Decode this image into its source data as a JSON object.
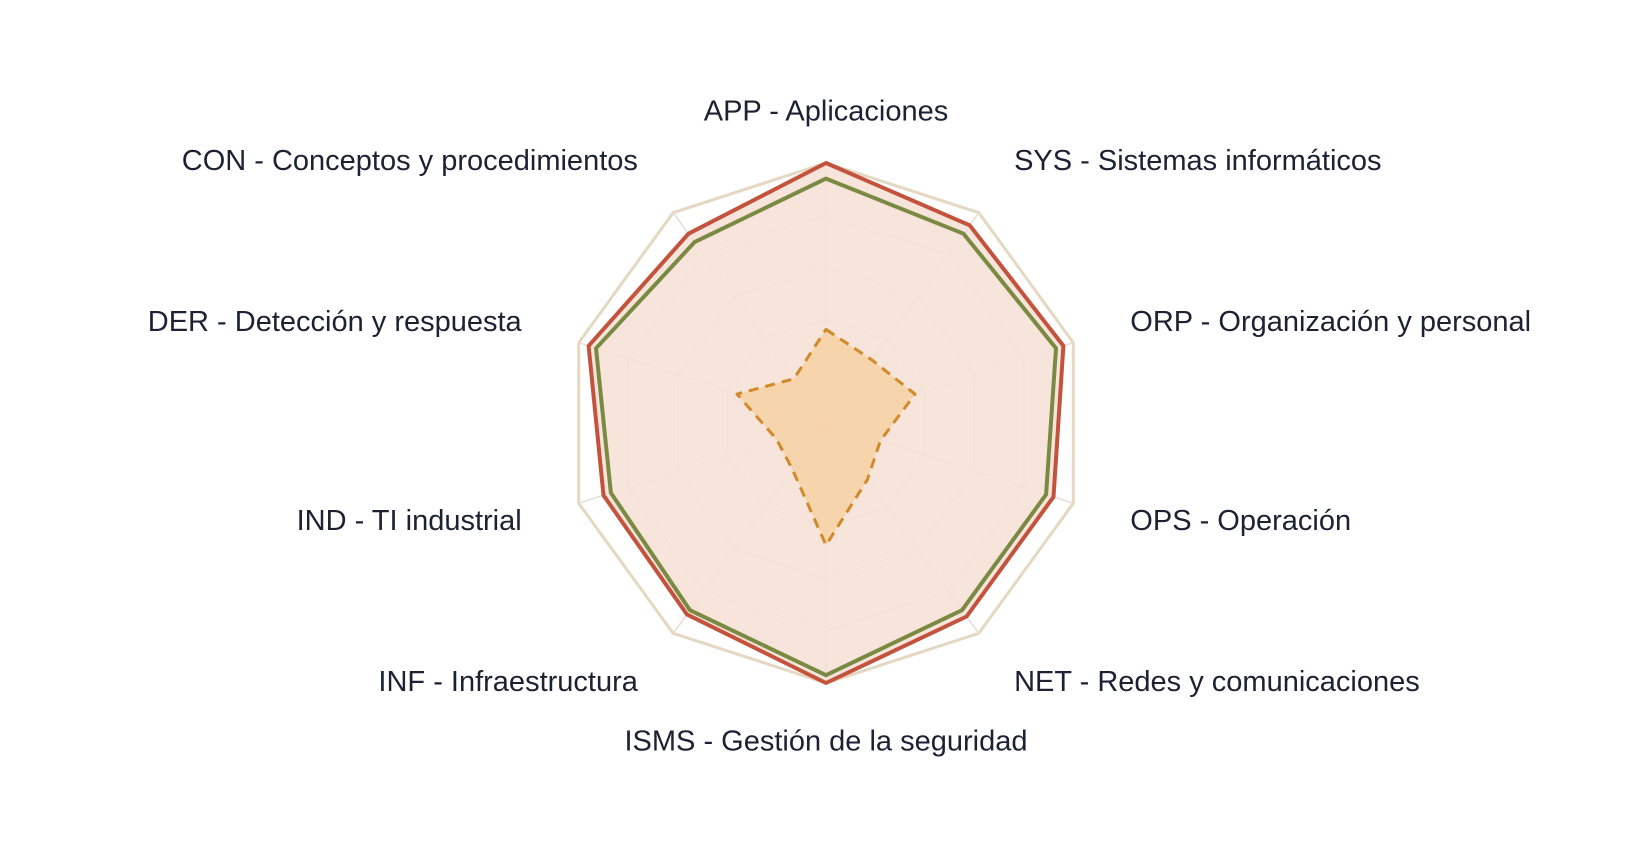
{
  "chart_data": {
    "type": "radar",
    "axes": [
      "APP - Aplicaciones",
      "SYS - Sistemas informáticos",
      "ORP - Organización y personal",
      "OPS - Operación",
      "NET - Redes y comunicaciones",
      "ISMS - Gestión de la seguridad",
      "INF - Infraestructura",
      "IND - TI industrial",
      "DER - Detección y respuesta",
      "CON - Conceptos y procedimientos"
    ],
    "range": [
      0,
      100
    ],
    "grid_levels": 5,
    "series": [
      {
        "style": "dashed",
        "color": "#d08a2a",
        "fill": "#f7cf9c",
        "values": [
          36,
          30,
          36,
          22,
          27,
          47,
          22,
          20,
          36,
          21
        ]
      },
      {
        "style": "solid",
        "color": "#7a8a42",
        "fill": null,
        "values": [
          94,
          90,
          93,
          89,
          89,
          97,
          89,
          87,
          93,
          86
        ]
      },
      {
        "style": "solid",
        "color": "#c4533d",
        "fill": "#f6e0d6",
        "values": [
          100,
          94,
          96,
          92,
          92,
          100,
          91,
          90,
          96,
          90
        ]
      }
    ],
    "grid_color": "#e6ddd4",
    "outer_ring_color": "#e4d8c2"
  }
}
